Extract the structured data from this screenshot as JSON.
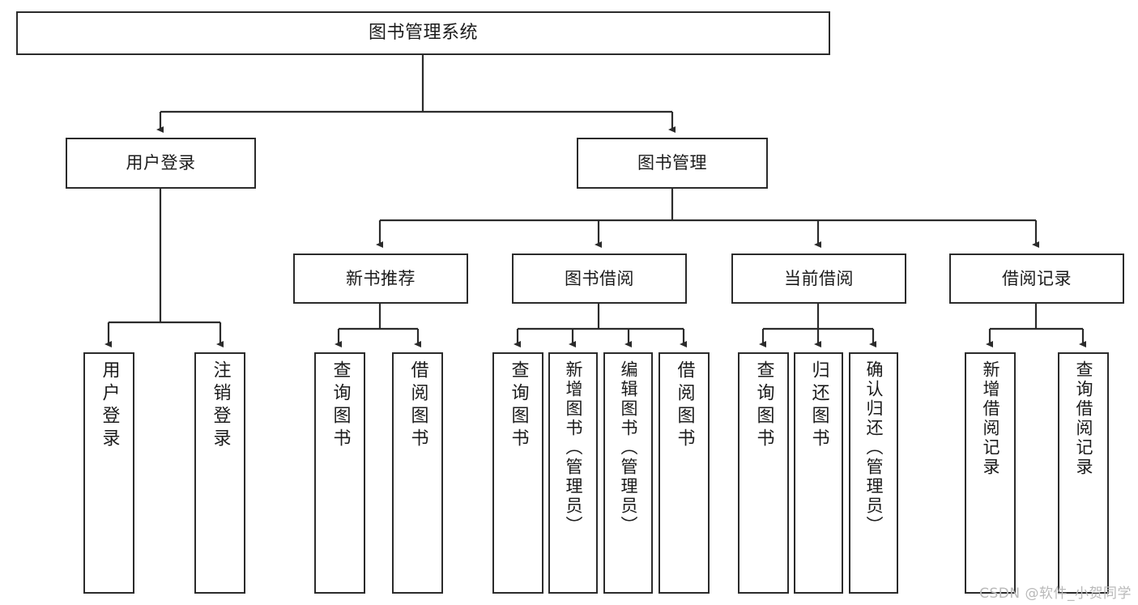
{
  "diagram": {
    "title": "图书管理系统",
    "colors": {
      "stroke": "#2b2b2b",
      "background": "#ffffff",
      "text": "#1b1b1b",
      "watermark": "#b9b9b9"
    },
    "root": {
      "label": "图书管理系统"
    },
    "level1": [
      {
        "label": "用户登录"
      },
      {
        "label": "图书管理"
      }
    ],
    "level2": [
      {
        "label": "新书推荐"
      },
      {
        "label": "图书借阅"
      },
      {
        "label": "当前借阅"
      },
      {
        "label": "借阅记录"
      }
    ],
    "leaves": {
      "user_login": [
        {
          "label": "用户登录"
        },
        {
          "label": "注销登录"
        }
      ],
      "new_book_recommend": [
        {
          "label": "查询图书"
        },
        {
          "label": "借阅图书"
        }
      ],
      "book_borrow": [
        {
          "label": "查询图书"
        },
        {
          "label": "新增图书（管理员）"
        },
        {
          "label": "编辑图书（管理员）"
        },
        {
          "label": "借阅图书"
        }
      ],
      "current_borrow": [
        {
          "label": "查询图书"
        },
        {
          "label": "归还图书"
        },
        {
          "label": "确认归还（管理员）"
        }
      ],
      "borrow_record": [
        {
          "label": "新增借阅记录"
        },
        {
          "label": "查询借阅记录"
        }
      ]
    },
    "watermark": "CSDN @软件_小贺同学"
  }
}
